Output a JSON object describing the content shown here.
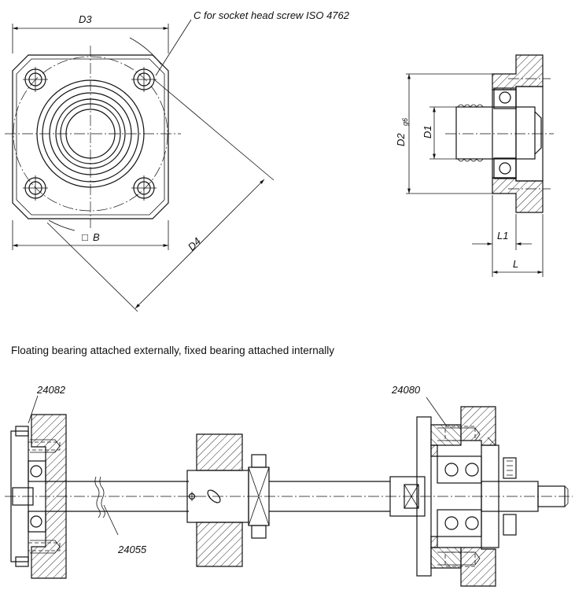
{
  "labels": {
    "d3": "D3",
    "screw_note": "C for socket head screw ISO 4762",
    "b": "B",
    "b_symbol": "□",
    "d4": "D4",
    "d2": "D2",
    "d2_sub": "g6",
    "d1": "D1",
    "l1": "L1",
    "l": "L",
    "part_24082": "24082",
    "part_24080": "24080",
    "part_24055": "24055"
  },
  "caption": "Floating bearing attached externally, fixed bearing attached internally"
}
